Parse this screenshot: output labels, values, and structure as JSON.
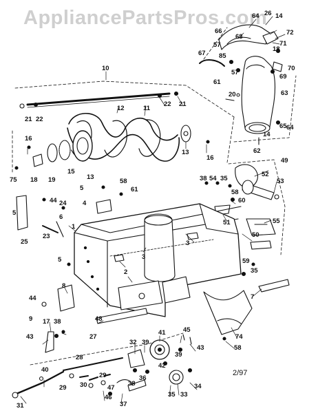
{
  "watermark": "AppliancePartsPros.com",
  "date_code": "2/97",
  "part_labels": [
    {
      "id": "p14a",
      "text": "14"
    },
    {
      "id": "p26",
      "text": "26"
    },
    {
      "id": "p64",
      "text": "64"
    },
    {
      "id": "p66",
      "text": "66"
    },
    {
      "id": "p68",
      "text": "68"
    },
    {
      "id": "p57a",
      "text": "57"
    },
    {
      "id": "p85",
      "text": "85"
    },
    {
      "id": "p72",
      "text": "72"
    },
    {
      "id": "p71",
      "text": "71"
    },
    {
      "id": "p18a",
      "text": "18"
    },
    {
      "id": "p67",
      "text": "67"
    },
    {
      "id": "p70",
      "text": "70"
    },
    {
      "id": "p61",
      "text": "61"
    },
    {
      "id": "p57b",
      "text": "57"
    },
    {
      "id": "p69",
      "text": "69"
    },
    {
      "id": "p63",
      "text": "63"
    },
    {
      "id": "p20",
      "text": "20"
    },
    {
      "id": "p65",
      "text": "65"
    },
    {
      "id": "p64b",
      "text": "64"
    },
    {
      "id": "p14b",
      "text": "14"
    },
    {
      "id": "p62",
      "text": "62"
    },
    {
      "id": "p10",
      "text": "10"
    },
    {
      "id": "p22a",
      "text": "22"
    },
    {
      "id": "p21a",
      "text": "21"
    },
    {
      "id": "p12",
      "text": "12"
    },
    {
      "id": "p11",
      "text": "11"
    },
    {
      "id": "p21b",
      "text": "21"
    },
    {
      "id": "p22b",
      "text": "22"
    },
    {
      "id": "p16a",
      "text": "16"
    },
    {
      "id": "p13a",
      "text": "13"
    },
    {
      "id": "p16b",
      "text": "16"
    },
    {
      "id": "p75",
      "text": "75"
    },
    {
      "id": "p18b",
      "text": "18"
    },
    {
      "id": "p19",
      "text": "19"
    },
    {
      "id": "p15",
      "text": "15"
    },
    {
      "id": "p13b",
      "text": "13"
    },
    {
      "id": "p49",
      "text": "49"
    },
    {
      "id": "p52",
      "text": "52"
    },
    {
      "id": "p53",
      "text": "53"
    },
    {
      "id": "p38a",
      "text": "38"
    },
    {
      "id": "p54",
      "text": "54"
    },
    {
      "id": "p35a",
      "text": "35"
    },
    {
      "id": "p58a",
      "text": "58"
    },
    {
      "id": "p5a",
      "text": "5"
    },
    {
      "id": "p61b",
      "text": "61"
    },
    {
      "id": "p4",
      "text": "4"
    },
    {
      "id": "p58b",
      "text": "58"
    },
    {
      "id": "p60",
      "text": "60"
    },
    {
      "id": "p55",
      "text": "55"
    },
    {
      "id": "p5b",
      "text": "5"
    },
    {
      "id": "p44a",
      "text": "44"
    },
    {
      "id": "p24",
      "text": "24"
    },
    {
      "id": "p6",
      "text": "6"
    },
    {
      "id": "p51",
      "text": "51"
    },
    {
      "id": "p25",
      "text": "25"
    },
    {
      "id": "p23",
      "text": "23"
    },
    {
      "id": "p50",
      "text": "50"
    },
    {
      "id": "p1",
      "text": "1"
    },
    {
      "id": "p3a",
      "text": "3"
    },
    {
      "id": "p3b",
      "text": "3"
    },
    {
      "id": "p5c",
      "text": "5"
    },
    {
      "id": "p59",
      "text": "59"
    },
    {
      "id": "p35b",
      "text": "35"
    },
    {
      "id": "p2",
      "text": "2"
    },
    {
      "id": "p8",
      "text": "8"
    },
    {
      "id": "p7",
      "text": "7"
    },
    {
      "id": "p44b",
      "text": "44"
    },
    {
      "id": "p9",
      "text": "9"
    },
    {
      "id": "p17",
      "text": "17"
    },
    {
      "id": "p38b",
      "text": "38"
    },
    {
      "id": "p48",
      "text": "48"
    },
    {
      "id": "p74",
      "text": "74"
    },
    {
      "id": "p43a",
      "text": "43"
    },
    {
      "id": "p27",
      "text": "27"
    },
    {
      "id": "p32",
      "text": "32"
    },
    {
      "id": "p39a",
      "text": "39"
    },
    {
      "id": "p41",
      "text": "41"
    },
    {
      "id": "p45",
      "text": "45"
    },
    {
      "id": "p58c",
      "text": "58"
    },
    {
      "id": "p28",
      "text": "28"
    },
    {
      "id": "p40",
      "text": "40"
    },
    {
      "id": "p42",
      "text": "42"
    },
    {
      "id": "p39b",
      "text": "39"
    },
    {
      "id": "p43b",
      "text": "43"
    },
    {
      "id": "p29",
      "text": "29"
    },
    {
      "id": "p30",
      "text": "30"
    },
    {
      "id": "p36",
      "text": "36"
    },
    {
      "id": "p47",
      "text": "47"
    },
    {
      "id": "p34",
      "text": "34"
    },
    {
      "id": "p37",
      "text": "37"
    },
    {
      "id": "p46",
      "text": "46"
    },
    {
      "id": "p38c",
      "text": "38"
    },
    {
      "id": "p35c",
      "text": "35"
    },
    {
      "id": "p33",
      "text": "33"
    },
    {
      "id": "p31",
      "text": "31"
    },
    {
      "id": "p29b",
      "text": "29"
    }
  ]
}
